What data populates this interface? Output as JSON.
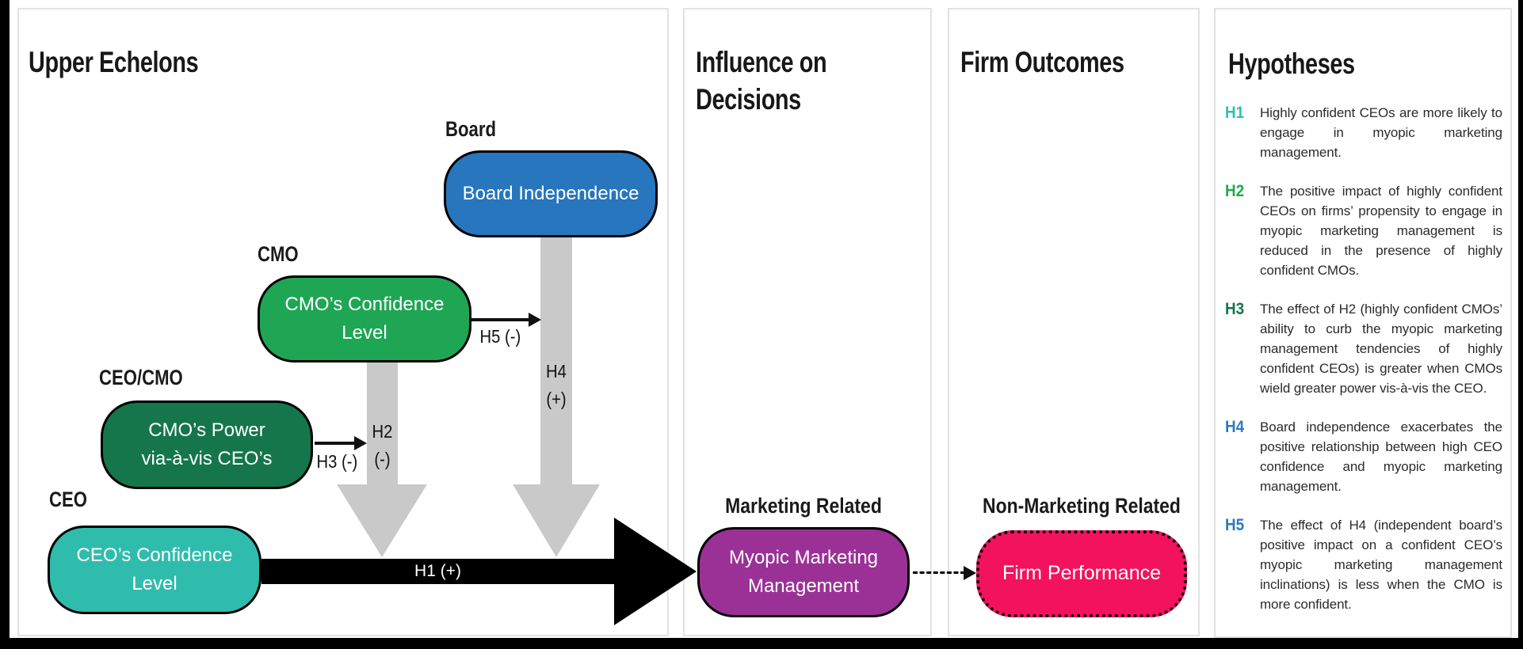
{
  "panels": {
    "upper_echelons": {
      "title": "Upper Echelons"
    },
    "influence": {
      "title": "Influence on\nDecisions",
      "group_label": "Marketing Related"
    },
    "outcomes": {
      "title": "Firm Outcomes",
      "group_label": "Non-Marketing Related"
    },
    "hypotheses_panel": {
      "title": "Hypotheses"
    }
  },
  "nodes": {
    "board": {
      "group": "Board",
      "text": "Board Independence",
      "color": "#2776BE"
    },
    "cmo_confidence": {
      "group": "CMO",
      "text": "CMO’s Confidence\nLevel",
      "color": "#1FA654"
    },
    "cmo_power": {
      "group": "CEO/CMO",
      "text": "CMO’s Power\nvia-à-vis CEO’s",
      "color": "#15764B"
    },
    "ceo_confidence": {
      "group": "CEO",
      "text": "CEO’s Confidence\nLevel",
      "color": "#30BCAD"
    },
    "myopic": {
      "text": "Myopic Marketing\nManagement",
      "color": "#9B3197"
    },
    "firm": {
      "text": "Firm Performance",
      "color": "#F2125D"
    }
  },
  "arrows": {
    "h1": {
      "label": "H1 (+)"
    },
    "h2": {
      "label": "H2\n(-)"
    },
    "h3": {
      "label": "H3 (-)"
    },
    "h4": {
      "label": "H4\n(+)"
    },
    "h5": {
      "label": "H5 (-)"
    }
  },
  "hypotheses": {
    "items": [
      {
        "id": "H1",
        "color": "#2FBFB2",
        "text": "Highly confident CEOs are more likely to engage in myopic marketing management."
      },
      {
        "id": "H2",
        "color": "#22A854",
        "text": "The positive impact of highly confident CEOs on firms’ propensity to engage in myopic marketing management is reduced in the presence of highly confident CMOs."
      },
      {
        "id": "H3",
        "color": "#15764B",
        "text": "The effect of H2 (highly confident CMOs’ ability to curb the myopic marketing management tendencies of highly confident CEOs) is greater when CMOs wield greater power vis-à-vis the CEO."
      },
      {
        "id": "H4",
        "color": "#2B7AC1",
        "text": "Board independence exacerbates the positive relationship between high CEO confidence and myopic marketing management."
      },
      {
        "id": "H5",
        "color": "#2B7AC1",
        "text": "The effect of H4 (independent board’s positive impact on a confident CEO’s myopic marketing management inclinations) is less when the CMO is more confident."
      }
    ]
  },
  "colors": {
    "arrow_gray": "#C9C9C9",
    "arrow_black": "#000000",
    "panel_border": "#E2E2E2",
    "text": "#1A1A1A"
  }
}
